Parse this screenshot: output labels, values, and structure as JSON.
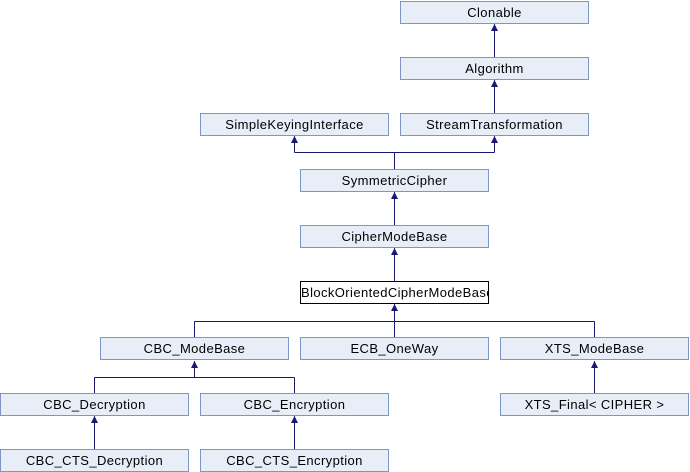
{
  "diagram": {
    "kind": "class-inheritance-graph",
    "colors": {
      "background": "#ffffff",
      "node_fill": "#e8eef7",
      "node_border": "#7d96c8",
      "current_node_fill": "#ffffff",
      "current_node_border": "#000000",
      "edge": "#191970",
      "text": "#000000"
    },
    "nodes": [
      {
        "id": "clonable",
        "label": "Clonable",
        "current": false
      },
      {
        "id": "algorithm",
        "label": "Algorithm",
        "current": false
      },
      {
        "id": "simple-keying-interface",
        "label": "SimpleKeyingInterface",
        "current": false
      },
      {
        "id": "stream-transformation",
        "label": "StreamTransformation",
        "current": false
      },
      {
        "id": "symmetric-cipher",
        "label": "SymmetricCipher",
        "current": false
      },
      {
        "id": "cipher-mode-base",
        "label": "CipherModeBase",
        "current": false
      },
      {
        "id": "block-oriented-cipher-mode-base",
        "label": "BlockOrientedCipherModeBase",
        "current": true
      },
      {
        "id": "cbc-mode-base",
        "label": "CBC_ModeBase",
        "current": false
      },
      {
        "id": "ecb-one-way",
        "label": "ECB_OneWay",
        "current": false
      },
      {
        "id": "xts-mode-base",
        "label": "XTS_ModeBase",
        "current": false
      },
      {
        "id": "cbc-decryption",
        "label": "CBC_Decryption",
        "current": false
      },
      {
        "id": "cbc-encryption",
        "label": "CBC_Encryption",
        "current": false
      },
      {
        "id": "xts-final",
        "label": "XTS_Final< CIPHER >",
        "current": false
      },
      {
        "id": "cbc-cts-decryption",
        "label": "CBC_CTS_Decryption",
        "current": false
      },
      {
        "id": "cbc-cts-encryption",
        "label": "CBC_CTS_Encryption",
        "current": false
      }
    ],
    "edges": [
      {
        "from": "Algorithm",
        "to": "Clonable"
      },
      {
        "from": "StreamTransformation",
        "to": "Algorithm"
      },
      {
        "from": "SymmetricCipher",
        "to": "SimpleKeyingInterface"
      },
      {
        "from": "SymmetricCipher",
        "to": "StreamTransformation"
      },
      {
        "from": "CipherModeBase",
        "to": "SymmetricCipher"
      },
      {
        "from": "BlockOrientedCipherModeBase",
        "to": "CipherModeBase"
      },
      {
        "from": "CBC_ModeBase",
        "to": "BlockOrientedCipherModeBase"
      },
      {
        "from": "ECB_OneWay",
        "to": "BlockOrientedCipherModeBase"
      },
      {
        "from": "XTS_ModeBase",
        "to": "BlockOrientedCipherModeBase"
      },
      {
        "from": "CBC_Decryption",
        "to": "CBC_ModeBase"
      },
      {
        "from": "CBC_Encryption",
        "to": "CBC_ModeBase"
      },
      {
        "from": "XTS_Final< CIPHER >",
        "to": "XTS_ModeBase"
      },
      {
        "from": "CBC_CTS_Decryption",
        "to": "CBC_Decryption"
      },
      {
        "from": "CBC_CTS_Encryption",
        "to": "CBC_Encryption"
      }
    ]
  }
}
